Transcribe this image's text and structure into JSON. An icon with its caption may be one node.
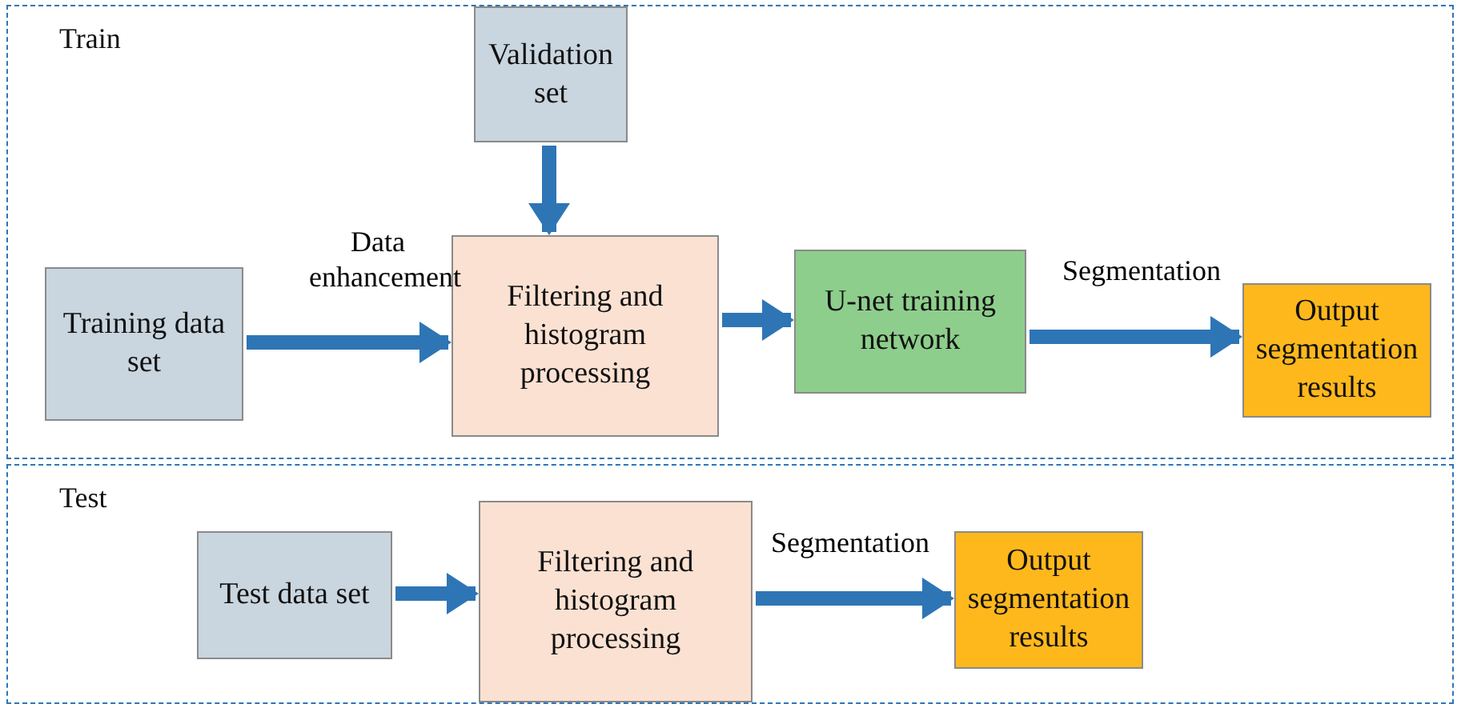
{
  "diagram": {
    "nodes": [
      {
        "text": [
          "Train"
        ]
      },
      {
        "text": [
          "Validation set"
        ],
        "in": 0
      },
      {
        "text": [
          "Training data set"
        ],
        "in": 0
      },
      {
        "text": [
          "Filtering and histogram processing"
        ],
        "in": 0
      },
      {
        "text": [
          "U-net training network"
        ],
        "in": 0
      },
      {
        "text": [
          "Output segmentation results"
        ],
        "in": 0
      },
      {
        "text": [
          "Test"
        ]
      },
      {
        "text": [
          "Test data set"
        ],
        "in": 6
      },
      {
        "text": [
          "Filtering and histogram processing"
        ],
        "in": 6
      },
      {
        "text": [
          "Output segmentation results"
        ],
        "in": 6
      }
    ],
    "edges": [
      {
        "from": 1,
        "to": 3,
        "arrow": "to"
      },
      {
        "from": 2,
        "to": 3,
        "arrow": "to",
        "label": "Data enhancement"
      },
      {
        "from": 3,
        "to": 4,
        "arrow": "to"
      },
      {
        "from": 4,
        "to": 5,
        "arrow": "to",
        "label": "Segmentation"
      },
      {
        "from": 7,
        "to": 8,
        "arrow": "to"
      },
      {
        "from": 8,
        "to": 9,
        "arrow": "to",
        "label": "Segmentation"
      }
    ]
  }
}
